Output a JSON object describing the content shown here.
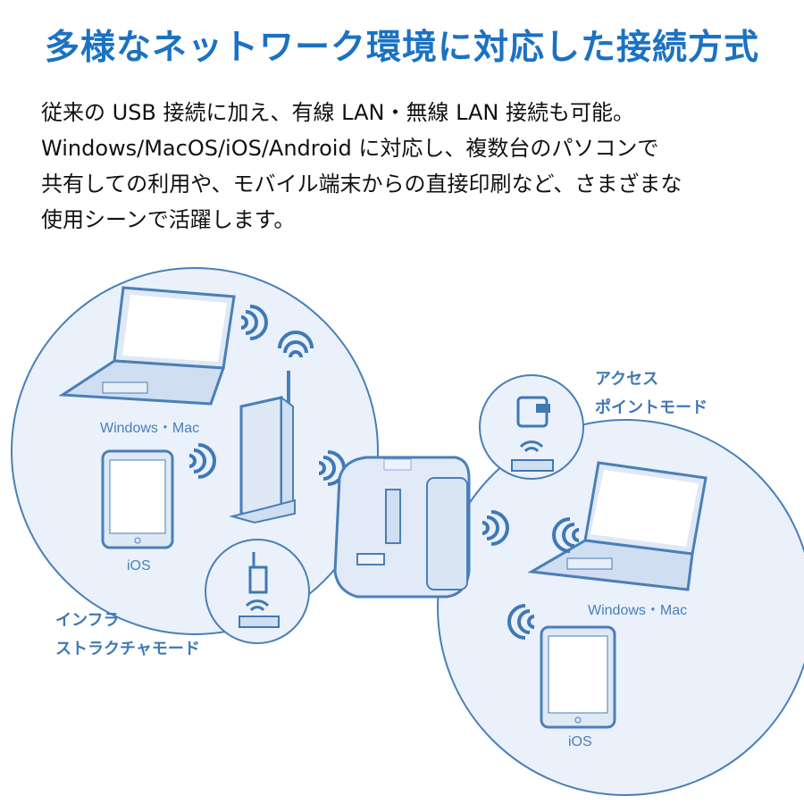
{
  "title": "多様なネットワーク環境に対応した接続方式",
  "description": [
    "従来の USB 接続に加え、有線 LAN・無線 LAN 接続も可能。",
    "Windows/MacOS/iOS/Android に対応し、複数台のパソコンで",
    "共有しての利用や、モバイル端末からの直接印刷など、さまざまな",
    "使用シーンで活躍します。"
  ],
  "diagram": {
    "infrastructure": {
      "mode_label": [
        "インフラ",
        "ストラクチャモード"
      ],
      "laptop_label": "Windows・Mac",
      "tablet_label": "iOS"
    },
    "access_point": {
      "mode_label": [
        "アクセス",
        "ポイントモード"
      ],
      "laptop_label": "Windows・Mac",
      "tablet_label": "iOS"
    }
  },
  "colors": {
    "title": "#1b72c2",
    "circle_fill": "#eaf1fa",
    "line": "#4a7fb8"
  }
}
